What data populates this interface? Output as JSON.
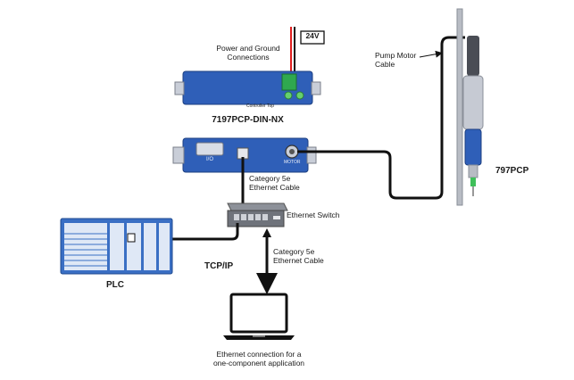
{
  "labels": {
    "power_ground": "Power and Ground\nConnections",
    "voltage": "24V",
    "controller_top": "Controller Top",
    "controller_model": "7197PCP-DIN-NX",
    "port_io": "I/O",
    "port_motor": "MOTOR",
    "pump_motor_cable": "Pump Motor\nCable",
    "pump_model": "797PCP",
    "cat5e_top": "Category 5e\nEthernet Cable",
    "ethernet_switch": "Ethernet Switch",
    "tcp_ip": "TCP/IP",
    "cat5e_bottom": "Category 5e\nEthernet Cable",
    "plc": "PLC",
    "laptop_caption": "Ethernet connection for a\none-component application"
  },
  "colors": {
    "controller_blue": "#2f5fb8",
    "plc_blue": "#3a6fc4",
    "cable": "#111111",
    "red_wire": "#e02020"
  }
}
